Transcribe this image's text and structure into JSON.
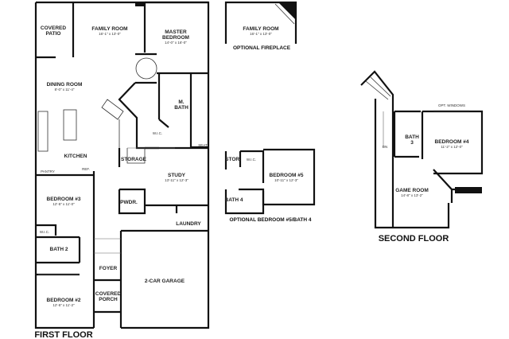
{
  "first_floor": {
    "caption": "FIRST FLOOR",
    "rooms": {
      "covered_patio": {
        "name1": "COVERED",
        "name2": "PATIO"
      },
      "family_room": {
        "name": "FAMILY ROOM",
        "dims": "16'-1\" x 13'-0\""
      },
      "master_bedroom": {
        "name1": "MASTER",
        "name2": "BEDROOM",
        "dims": "14'-0\" x 16'-0\""
      },
      "dining_room": {
        "name": "DINING ROOM",
        "dims": "8'-0\" x 11'-4\""
      },
      "m_bath": {
        "name1": "M.",
        "name2": "BATH"
      },
      "wic": {
        "name": "W.I.C."
      },
      "seat": {
        "name": "SEAT"
      },
      "kitchen": {
        "name": "KITCHEN"
      },
      "pantry": {
        "name": "PANTRY"
      },
      "ref": {
        "name": "REF."
      },
      "storage": {
        "name": "STORAGE"
      },
      "study": {
        "name": "STUDY",
        "dims": "13'-11\" x 12'-3\""
      },
      "bedroom3": {
        "name": "BEDROOM #3",
        "dims": "12'-5\" x 11'-0\""
      },
      "pwdr": {
        "name": "PWDR."
      },
      "laundry": {
        "name": "LAUNDRY"
      },
      "wic2": {
        "name": "W.I.C."
      },
      "bath2": {
        "name": "BATH 2"
      },
      "foyer": {
        "name": "FOYER"
      },
      "garage": {
        "name": "2-CAR GARAGE"
      },
      "covered_porch": {
        "name1": "COVERED",
        "name2": "PORCH"
      },
      "bedroom2": {
        "name": "BEDROOM #2",
        "dims": "12'-5\" x 11'-2\""
      }
    }
  },
  "optional_fireplace": {
    "caption": "OPTIONAL FIREPLACE",
    "room": {
      "name": "FAMILY ROOM",
      "dims": "16'-1\" x 13'-0\""
    }
  },
  "optional_bedroom5": {
    "caption": "OPTIONAL BEDROOM #5/BATH 4",
    "stor": "STOR.",
    "wic": "W.I.C.",
    "bedroom": {
      "name": "BEDROOM #5",
      "dims": "10'-11\" x 12'-3\""
    },
    "bath": "BATH 4"
  },
  "second_floor": {
    "caption": "SECOND FLOOR",
    "opt_windows": "OPT. WINDOWS",
    "dn": "DN",
    "bath3": {
      "name1": "BATH",
      "name2": "3"
    },
    "bedroom4": {
      "name": "BEDROOM #4",
      "dims": "11'-2\" x 12'-0\""
    },
    "game_room": {
      "name": "GAME ROOM",
      "dims": "14'-8\" x 13'-2\""
    }
  }
}
